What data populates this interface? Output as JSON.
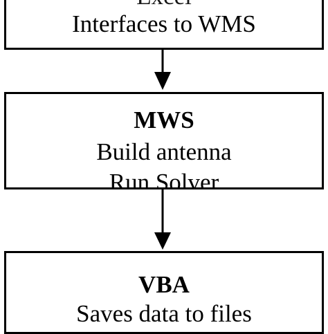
{
  "boxes": [
    {
      "id": "top",
      "title": "",
      "lines": [
        "Interfaces to WMS"
      ],
      "partial_top_text": "Excel"
    },
    {
      "id": "middle",
      "title": "MWS",
      "lines": [
        "Build antenna",
        "Run Solver"
      ]
    },
    {
      "id": "bottom",
      "title": "VBA",
      "lines": [
        "Saves data to files"
      ]
    }
  ],
  "colors": {
    "stroke": "#000000",
    "fill": "#ffffff",
    "text": "#000000"
  }
}
